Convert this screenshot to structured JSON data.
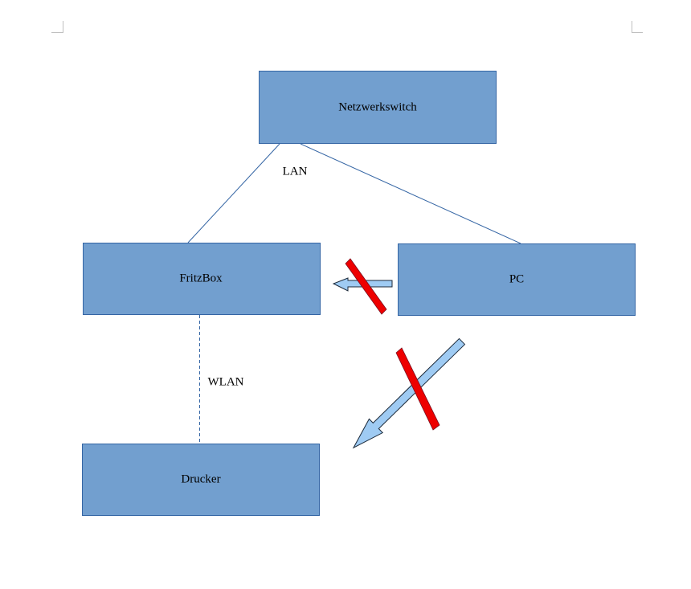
{
  "nodes": {
    "switch": "Netzwerkswitch",
    "fritzbox": "FritzBox",
    "pc": "PC",
    "printer": "Drucker"
  },
  "edges": {
    "lan": "LAN",
    "wlan": "WLAN"
  },
  "colors": {
    "box_fill": "#729fcf",
    "box_stroke": "#3465a4",
    "arrow_fill": "#9fcbf3",
    "cross": "#ee0000"
  }
}
